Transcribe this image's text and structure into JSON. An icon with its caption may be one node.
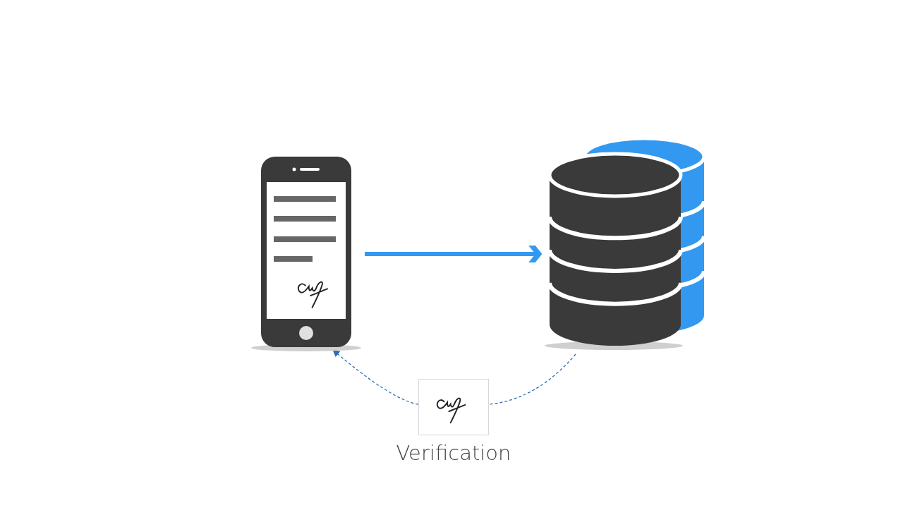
{
  "diagram": {
    "nodes": [
      {
        "text": [],
        "shape": "phone"
      },
      {
        "text": [],
        "shape": "cylinder"
      },
      {
        "text": [
          "Verification"
        ]
      }
    ],
    "edges": [
      {
        "from": 0,
        "to": 1,
        "arrow": "to",
        "style": "thick",
        "color": "#3399f0"
      },
      {
        "from": 1,
        "to": 2,
        "arrow": "none",
        "style": "dashed",
        "color": "#2f6db5"
      },
      {
        "from": 2,
        "to": 0,
        "arrow": "to",
        "style": "dashed",
        "color": "#2f6db5"
      }
    ]
  }
}
